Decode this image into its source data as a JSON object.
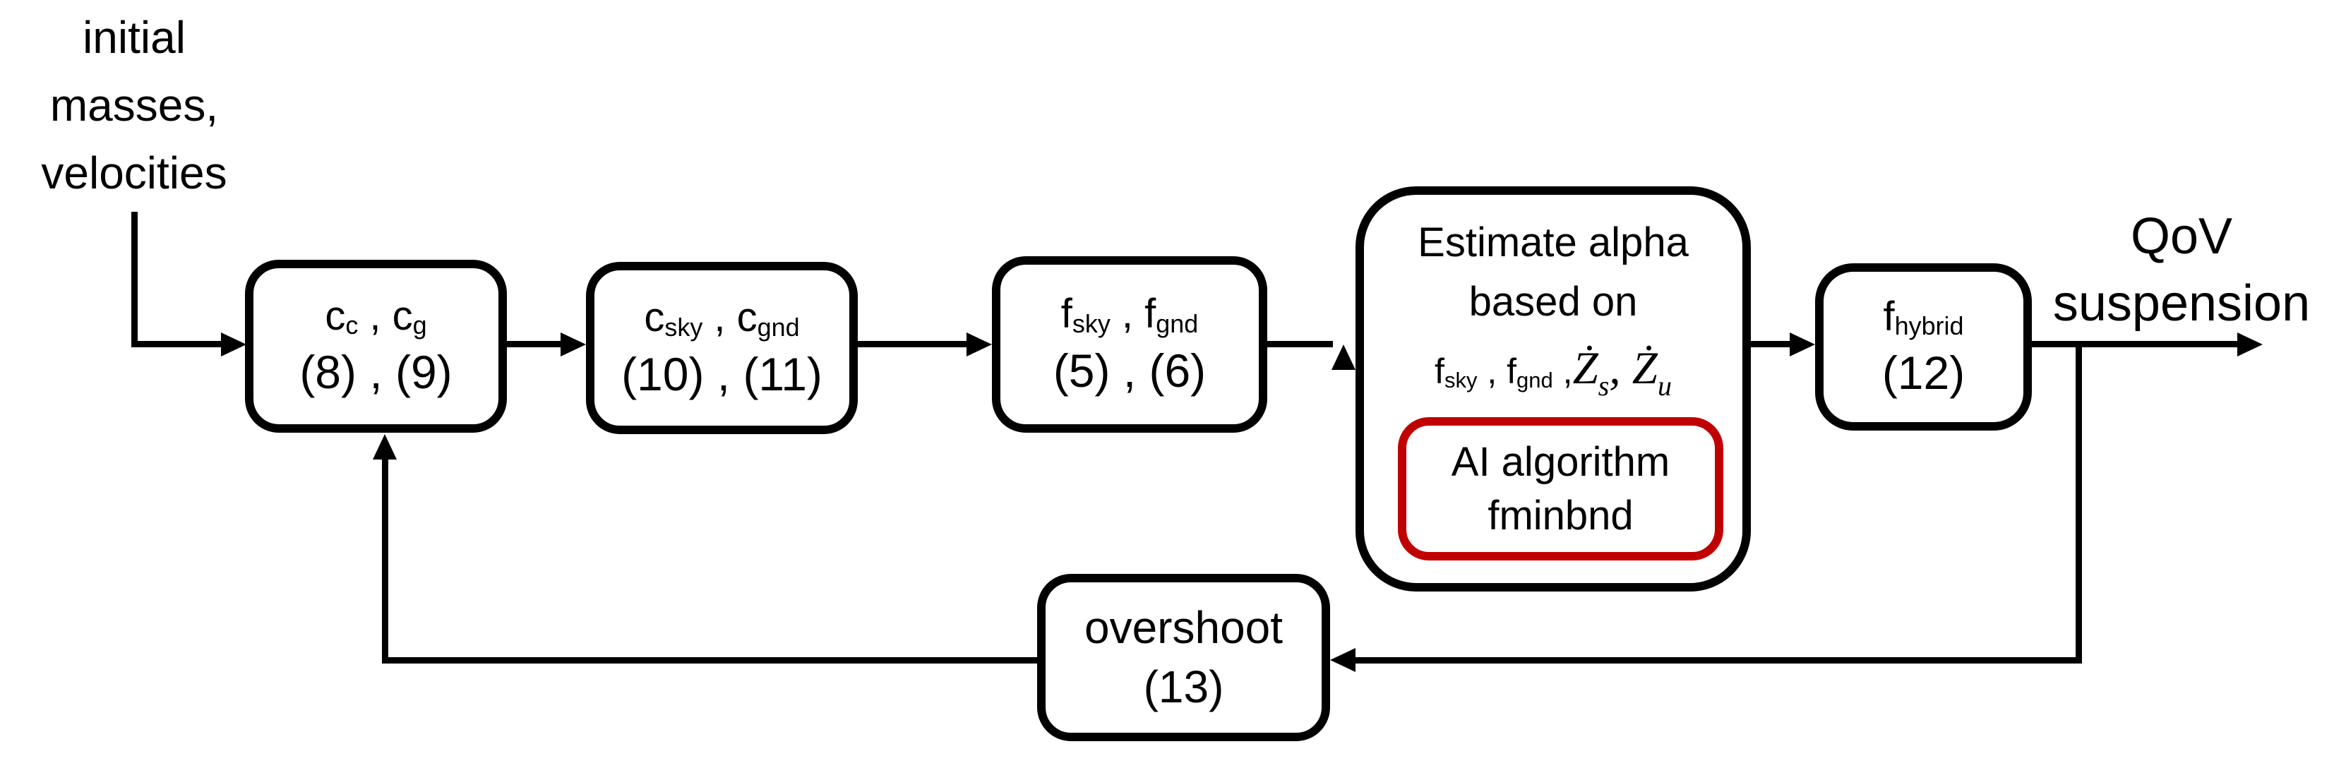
{
  "colors": {
    "stroke": "#000000",
    "accent_red": "#C00000",
    "background": "#FFFFFF"
  },
  "input_label": {
    "line1": "initial",
    "line2": "masses,",
    "line3": "velocities"
  },
  "output_label": {
    "line1": "QoV",
    "line2": "suspension"
  },
  "boxes": {
    "cc_cg": {
      "title_parts": [
        {
          "t": "c"
        },
        {
          "t": "c",
          "sub": true
        },
        {
          "t": " , "
        },
        {
          "t": "c"
        },
        {
          "t": "g",
          "sub": true
        }
      ],
      "eq": "(8) , (9)"
    },
    "csky_cgnd": {
      "title_parts": [
        {
          "t": "c"
        },
        {
          "t": "sky",
          "sub": true
        },
        {
          "t": " , "
        },
        {
          "t": "c"
        },
        {
          "t": "gnd",
          "sub": true
        }
      ],
      "eq": "(10) , (11)"
    },
    "fsky_fgnd": {
      "title_parts": [
        {
          "t": "f"
        },
        {
          "t": "sky",
          "sub": true
        },
        {
          "t": " , "
        },
        {
          "t": "f"
        },
        {
          "t": "gnd",
          "sub": true
        }
      ],
      "eq": "(5) , (6)"
    },
    "estimate_alpha": {
      "line1": "Estimate alpha",
      "line2": "based on",
      "line3_parts": [
        {
          "t": "f"
        },
        {
          "t": "sky",
          "sub": true
        },
        {
          "t": " , "
        },
        {
          "t": "f"
        },
        {
          "t": "gnd",
          "sub": true
        },
        {
          "t": " ,"
        },
        {
          "t": "Ż",
          "math": true
        },
        {
          "t": "s",
          "sub": true,
          "math": true
        },
        {
          "t": ", ",
          "math": true
        },
        {
          "t": "Ż",
          "math": true
        },
        {
          "t": "u",
          "sub": true,
          "math": true
        }
      ]
    },
    "ai_algorithm": {
      "line1": "AI algorithm",
      "line2": "fminbnd"
    },
    "fhybrid": {
      "title_parts": [
        {
          "t": "f"
        },
        {
          "t": "hybrid",
          "sub": true
        }
      ],
      "eq": "(12)"
    },
    "overshoot": {
      "line1": "overshoot",
      "line2": "(13)"
    }
  }
}
